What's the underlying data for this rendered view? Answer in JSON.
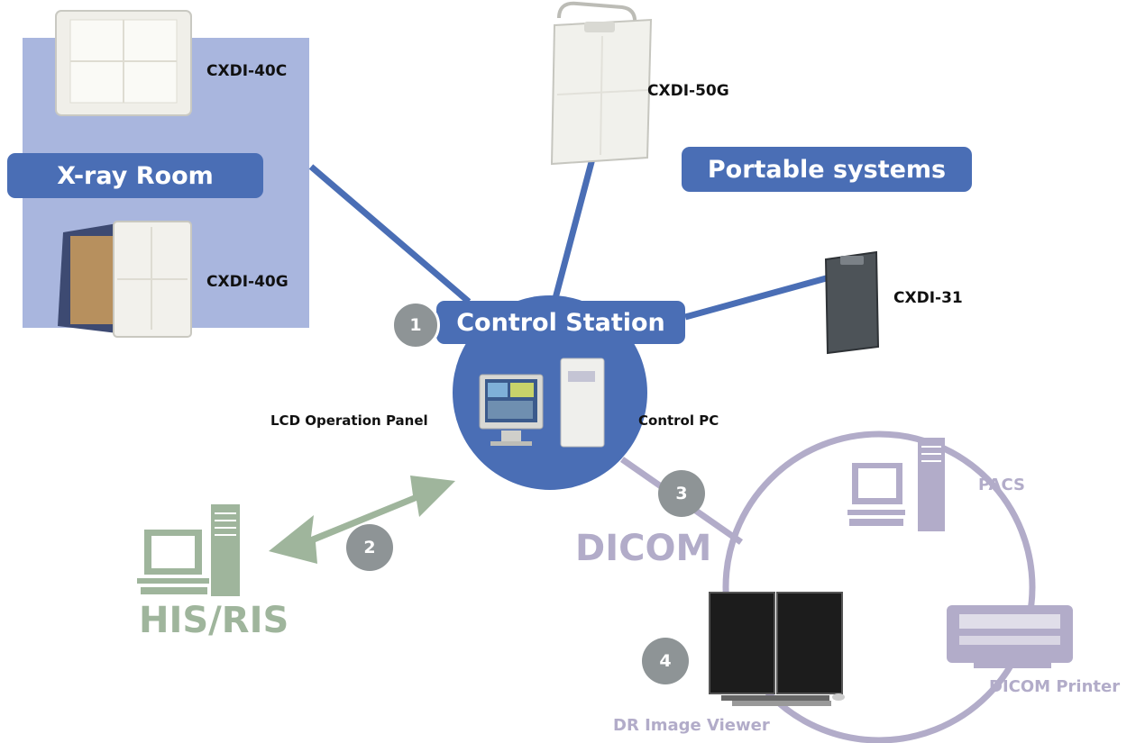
{
  "diagram": {
    "xray_room": {
      "title": "X-ray Room",
      "detector_top": "CXDI-40C",
      "detector_bottom": "CXDI-40G"
    },
    "portable": {
      "title": "Portable systems",
      "detector_large": "CXDI-50G",
      "detector_small": "CXDI-31"
    },
    "control_station": {
      "number": "1",
      "title": "Control Station",
      "left_label": "LCD Operation Panel",
      "right_label": "Control PC"
    },
    "his_ris": {
      "number": "2",
      "label": "HIS/RIS"
    },
    "dicom": {
      "number": "3",
      "label": "DICOM",
      "pacs": "PACS",
      "printer": "DICOM Printer",
      "viewer_number": "4",
      "viewer": "DR Image Viewer"
    }
  },
  "colors": {
    "accent_blue": "#4a6eb5",
    "room_panel": "#a9b6de",
    "dicom_purple": "#b2acc9",
    "his_green": "#9fb59c",
    "number_gray": "#8e9496"
  }
}
